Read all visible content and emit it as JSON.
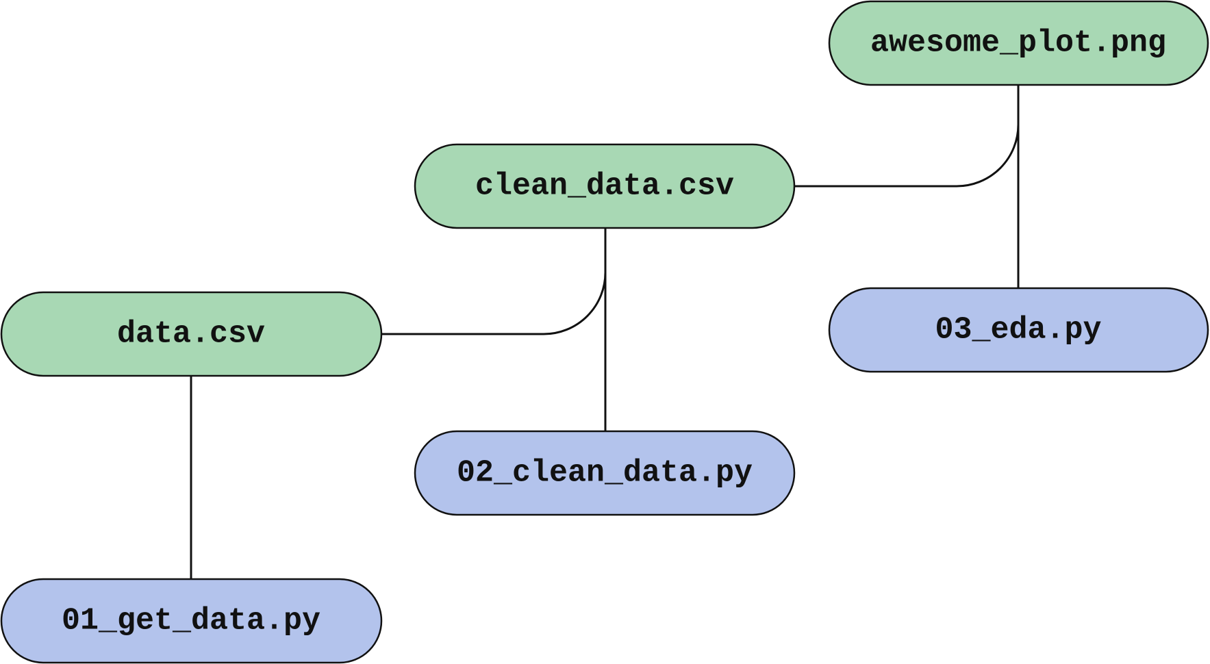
{
  "colors": {
    "data_file": "#a8d8b4",
    "script_file": "#b3c3ec",
    "stroke": "#111111"
  },
  "nodes": {
    "awesome_plot": {
      "label": "awesome_plot.png",
      "kind": "data_file"
    },
    "clean_data_csv": {
      "label": "clean_data.csv",
      "kind": "data_file"
    },
    "eda_py": {
      "label": "03_eda.py",
      "kind": "script_file"
    },
    "data_csv": {
      "label": "data.csv",
      "kind": "data_file"
    },
    "clean_data_py": {
      "label": "02_clean_data.py",
      "kind": "script_file"
    },
    "get_data_py": {
      "label": "01_get_data.py",
      "kind": "script_file"
    }
  }
}
